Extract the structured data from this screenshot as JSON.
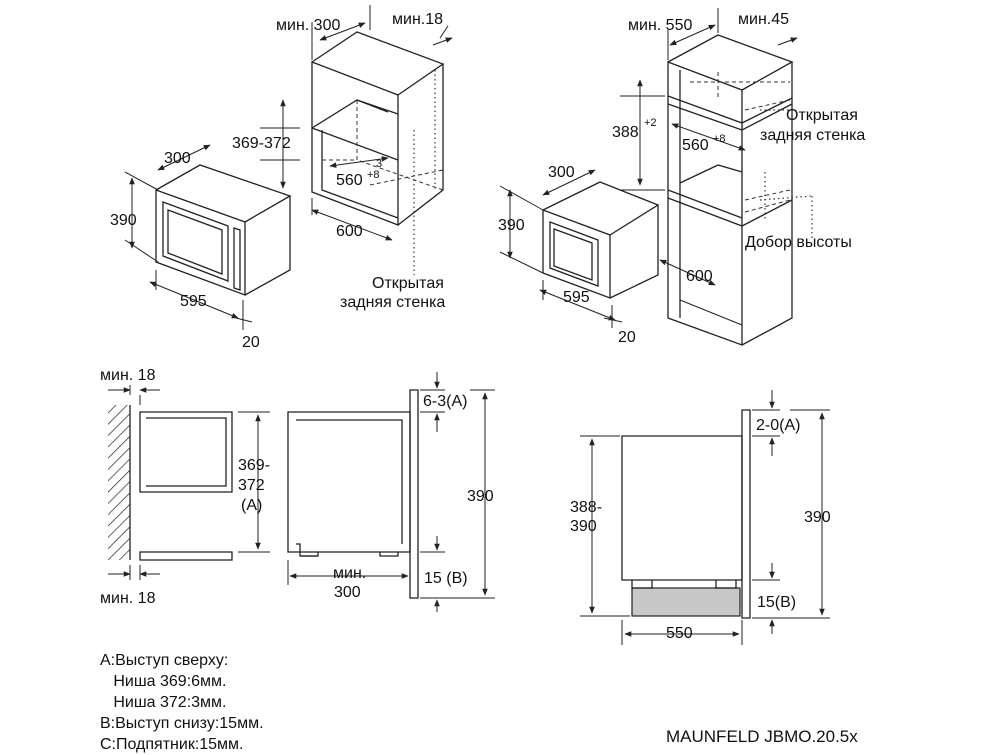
{
  "labels": {
    "min300": "мин. 300",
    "min18_top": "мин.18",
    "d369_372": "369-372",
    "d300_a": "300",
    "d390_a": "390",
    "d560_a": "560",
    "d560_a_sup": "+8",
    "d560_a_sup2": "3",
    "d600_a": "600",
    "d595_a": "595",
    "d20_a": "20",
    "open_back_1a": "Открытая",
    "open_back_1b": "задняя стенка",
    "min550": "мин. 550",
    "min45": "мин.45",
    "open_back_2a": "Открытая",
    "open_back_2b": "задняя стенка",
    "d388": "388",
    "d388_sup": "+2",
    "d560_b": "560",
    "d560_b_sup": "+8",
    "d300_b": "300",
    "d390_b": "390",
    "height_add": "Добор высоты",
    "d600_b": "600",
    "d595_b": "595",
    "d20_b": "20",
    "min18_side_top": "мин. 18",
    "min18_side_bottom": "мин. 18",
    "d369_372_v1": "369-",
    "d369_372_v2": "372",
    "d369_372_v3": "(A)",
    "d63a": "6-3(A)",
    "d390_c": "390",
    "min300_c1": "мин.",
    "min300_c2": "300",
    "d15b_c": "15 (B)",
    "d388_390_1": "388-",
    "d388_390_2": "390",
    "d20a": "2-0(A)",
    "d390_d": "390",
    "d15b_d": "15(B)",
    "d550": "550"
  },
  "notes": [
    "A:Выступ сверху:",
    "   Ниша 369:6мм.",
    "   Ниша 372:3мм.",
    "B:Выступ снизу:15мм.",
    "C:Подпятник:15мм."
  ],
  "model": "MAUNFELD JBMO.20.5x"
}
